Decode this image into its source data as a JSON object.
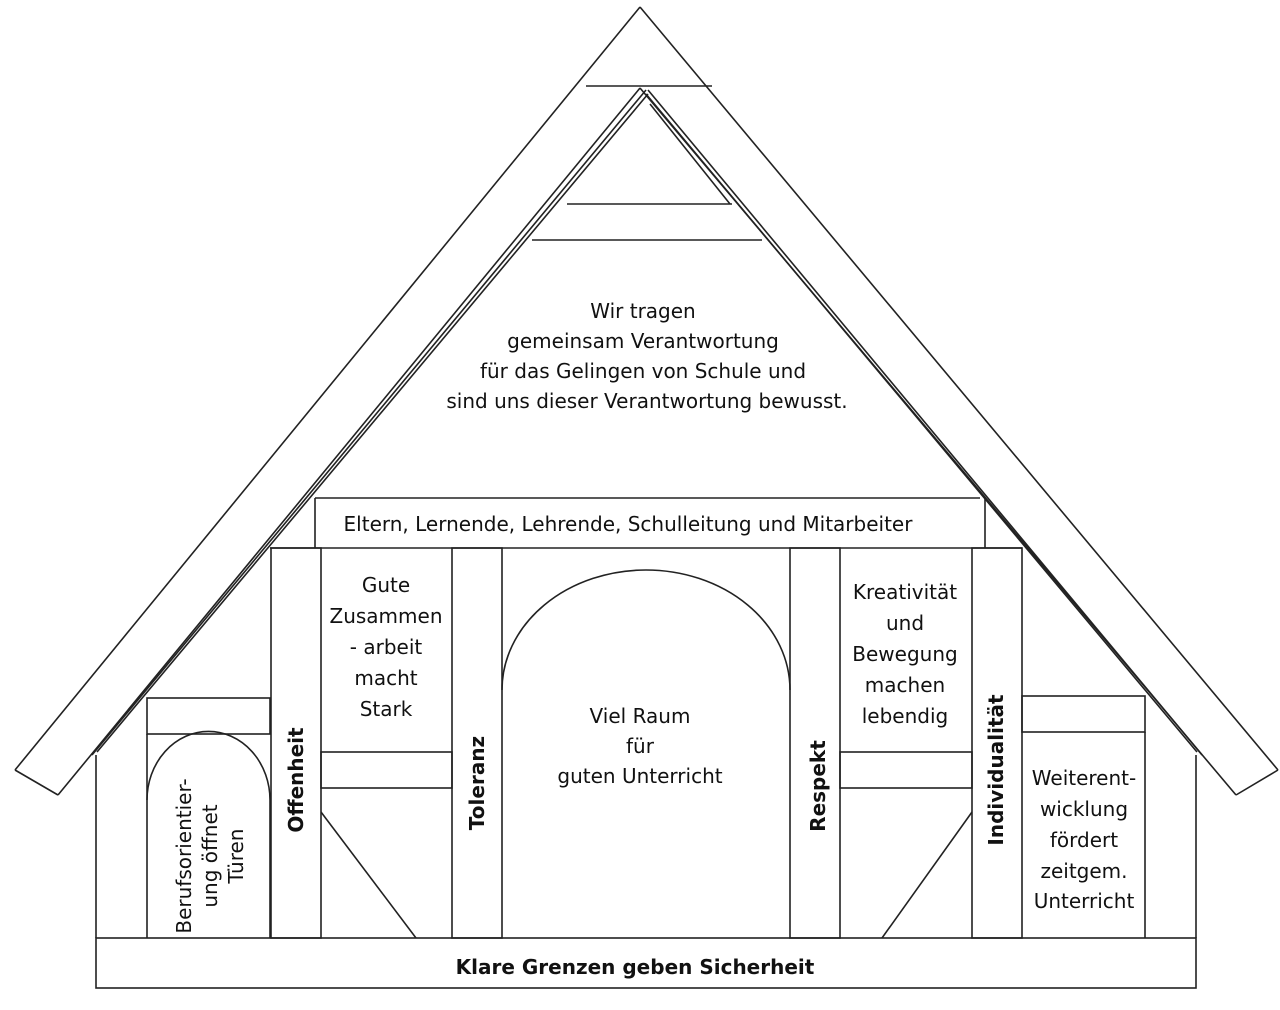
{
  "roof": {
    "lines": [
      "Wir tragen",
      "gemeinsam Verantwortung",
      "für das Gelingen von Schule und",
      "sind uns dieser Verantwortung bewusst."
    ]
  },
  "beam": "Eltern, Lernende, Lehrende, Schulleitung und Mitarbeiter",
  "foundation": "Klare Grenzen geben Sicherheit",
  "pillars": {
    "offenheit": "Offenheit",
    "toleranz": "Toleranz",
    "respekt": "Respekt",
    "individualitaet": "Individualität"
  },
  "panels": {
    "left_wing": [
      "Berufsorientier-",
      "ung öffnet",
      "Türen"
    ],
    "left_inner": [
      "Gute",
      "Zusammen",
      "- arbeit",
      "macht",
      "Stark"
    ],
    "center": [
      "Viel Raum",
      "für",
      "guten Unterricht"
    ],
    "right_inner": [
      "Kreativität",
      "und",
      "Bewegung",
      "machen",
      "lebendig"
    ],
    "right_wing": [
      "Weiterent-",
      "wicklung",
      "fördert",
      "zeitgem.",
      "Unterricht"
    ]
  }
}
